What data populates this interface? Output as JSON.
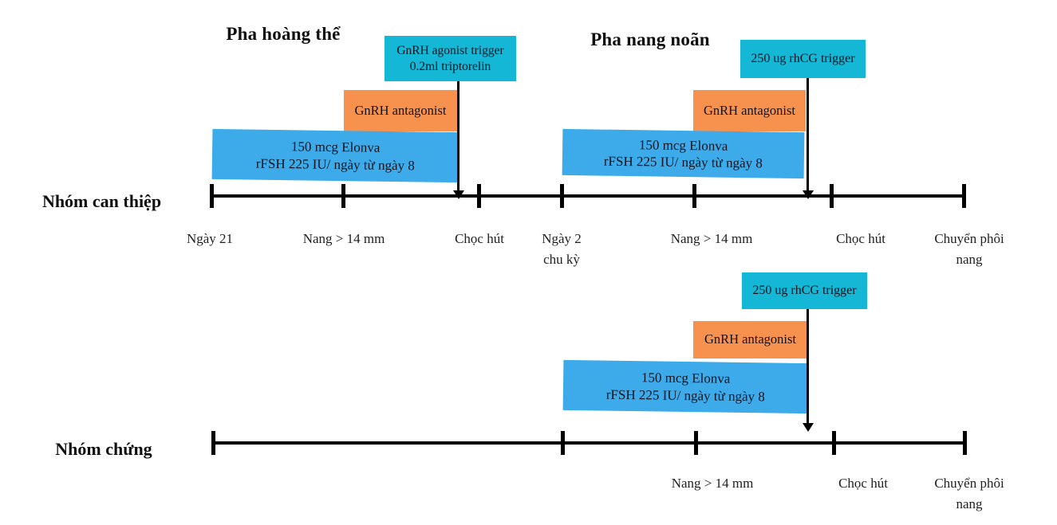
{
  "colors": {
    "cyan": "#14b7d6",
    "orange": "#f6914e",
    "blue": "#3daae9",
    "ink": "#101010"
  },
  "phases": {
    "luteal": "Pha hoàng thể",
    "follicular": "Pha nang noãn"
  },
  "boxes": {
    "agonist_trigger": "GnRH agonist trigger\n0.2ml triptorelin",
    "rhcg_trigger": "250 ug rhCG trigger",
    "antagonist": "GnRH antagonist",
    "stimulation": "150 mcg Elonva\nrFSH 225 IU/ ngày từ ngày 8"
  },
  "groups": {
    "intervention": {
      "label": "Nhóm can thiệp"
    },
    "control": {
      "label": "Nhóm chứng"
    }
  },
  "timeline_top": {
    "ticks": [
      {
        "label": "Ngày 21"
      },
      {
        "label": "Nang > 14 mm"
      },
      {
        "label": "Chọc hút"
      },
      {
        "label": "Ngày 2\nchu kỳ"
      },
      {
        "label": "Nang > 14 mm"
      },
      {
        "label": "Chọc hút"
      },
      {
        "label": "Chuyển phôi\nnang"
      }
    ]
  },
  "timeline_bottom": {
    "ticks": [
      {
        "label": ""
      },
      {
        "label": ""
      },
      {
        "label": "Nang > 14 mm"
      },
      {
        "label": "Chọc hút"
      },
      {
        "label": "Chuyển phôi\nnang"
      }
    ]
  }
}
